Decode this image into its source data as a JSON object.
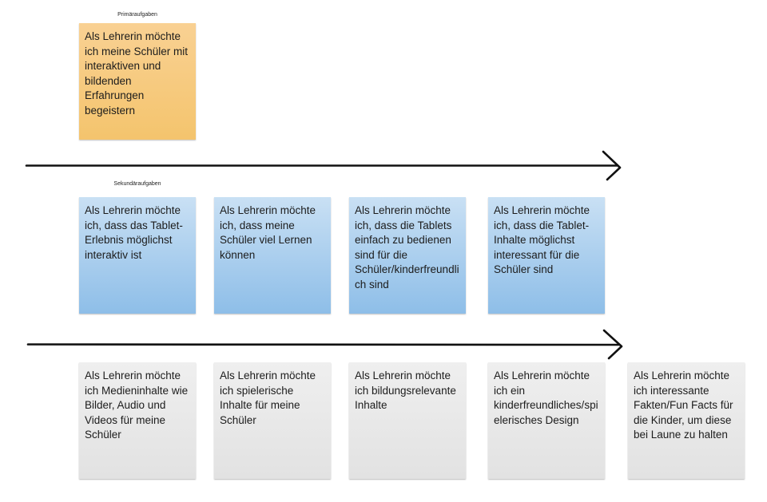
{
  "labels": {
    "primary": "Primäraufgaben",
    "secondary": "Sekundäraufgaben"
  },
  "colors": {
    "primary_note": "#f4c46d",
    "secondary_note": "#8ebee8",
    "tertiary_note": "#e5e5e5",
    "arrow": "#111111"
  },
  "primary_notes": [
    {
      "text": "Als Lehrerin möchte ich meine Schüler mit interaktiven und bildenden Erfahrungen begeistern"
    }
  ],
  "secondary_notes": [
    {
      "text": "Als Lehrerin möchte ich, dass das Tablet-Erlebnis möglichst interaktiv ist"
    },
    {
      "text": "Als Lehrerin möchte ich, dass meine Schüler viel Lernen können"
    },
    {
      "text": "Als Lehrerin möchte ich, dass die Tablets einfach zu bedienen sind für die Schüler/kinderfreundlich sind"
    },
    {
      "text": "Als Lehrerin möchte ich, dass die Tablet-Inhalte möglichst interessant für die Schüler sind"
    }
  ],
  "tertiary_notes": [
    {
      "text": "Als Lehrerin möchte ich Medieninhalte wie Bilder, Audio und Videos für meine Schüler"
    },
    {
      "text": "Als Lehrerin möchte ich spielerische Inhalte für meine Schüler"
    },
    {
      "text": "Als Lehrerin möchte ich bildungsrelevante Inhalte"
    },
    {
      "text": "Als Lehrerin möchte ich ein kinderfreundliches/spielerisches Design"
    },
    {
      "text": "Als Lehrerin möchte ich interessante Fakten/Fun Facts für die Kinder, um diese bei Laune zu halten"
    }
  ]
}
